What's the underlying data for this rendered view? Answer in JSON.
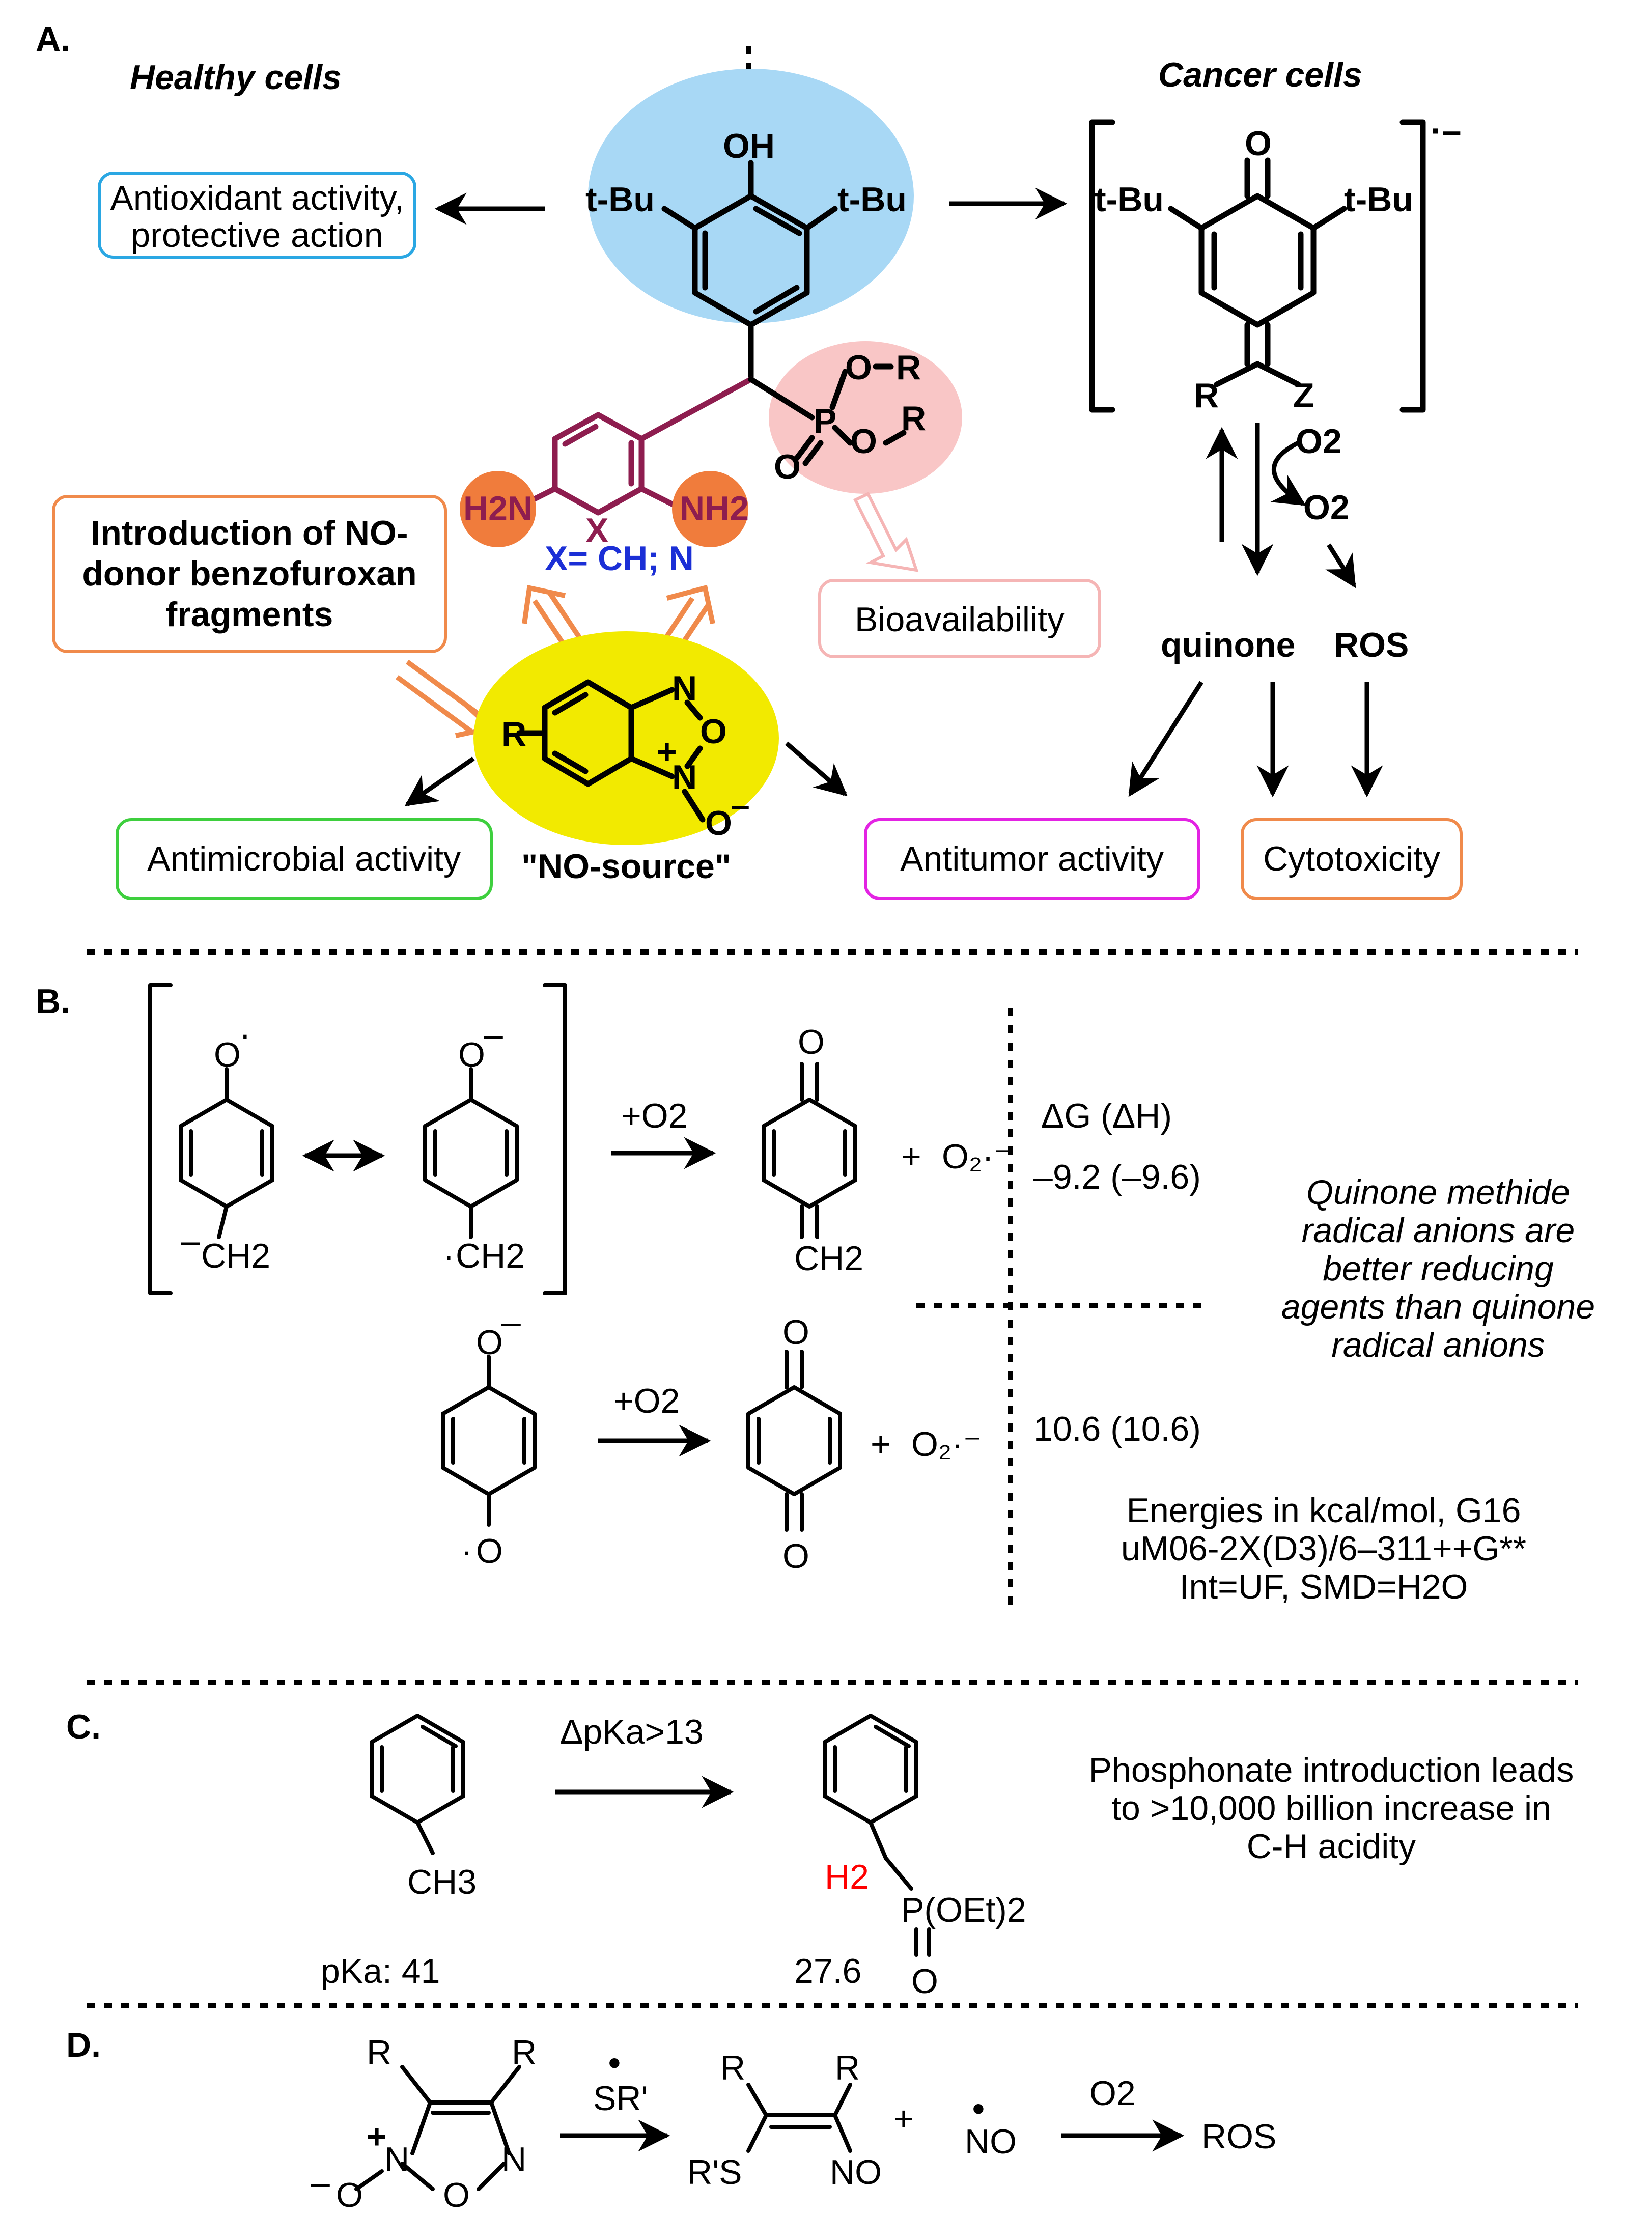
{
  "sections": {
    "a": {
      "label": "A."
    },
    "b": {
      "label": "B."
    },
    "c": {
      "label": "C."
    },
    "d": {
      "label": "D."
    }
  },
  "panel_a": {
    "healthy_title": "Healthy cells",
    "cancer_title": "Cancer cells",
    "oh": "OH",
    "tbu": "t-Bu",
    "o": "O",
    "r": "R",
    "z": "Z",
    "p": "P",
    "x_atom": "X",
    "h2n": "H2N",
    "nh2": "NH2",
    "x_legend": "X= CH; N",
    "o2": "O2",
    "o2_radical": "O2",
    "quinone": "quinone",
    "ros": "ROS",
    "n_atom": "N",
    "no_source": "\"NO-source\"",
    "boxes": {
      "antioxidant": [
        "Antioxidant activity,",
        "protective action"
      ],
      "introduction": [
        "Introduction of NO-",
        "donor benzofuroxan",
        "fragments"
      ],
      "bioavailability": "Bioavailability",
      "antimicrobial": "Antimicrobial activity",
      "antitumor": "Antitumor activity",
      "cytotoxicity": "Cytotoxicity"
    },
    "colors": {
      "blue_ellipse": "#a8d8f5",
      "pink_ellipse": "#f9c6c6",
      "yellow_ellipse": "#f2ea00",
      "orange_circle": "#f07c3c",
      "maroon": "#8e1d4f",
      "legend_blue": "#1b2fd6",
      "box_blue": "#2aa7e3",
      "box_orange": "#f08a4b",
      "box_pink": "#f5b5b5",
      "box_green": "#3ecf3e",
      "box_magenta": "#e323e3"
    }
  },
  "panel_b": {
    "o_minus": "O",
    "ch2": "CH2",
    "plus_o2": "+O2",
    "plus": "+",
    "delta_g_header": "ΔG (ΔH)",
    "energy_1": "–9.2 (–9.6)",
    "energy_2": "10.6 (10.6)",
    "note": [
      "Quinone methide",
      "radical anions are",
      "better reducing",
      "agents than quinone",
      "radical anions"
    ],
    "method": [
      "Energies in kcal/mol, G16",
      "uM06-2X(D3)/6–311++G**",
      "Int=UF, SMD=H2O"
    ]
  },
  "panel_c": {
    "delta_pka": "ΔpKa>13",
    "ch3": "CH3",
    "h2": "H2",
    "p_oet2": "P(OEt)2",
    "o": "O",
    "pka_label": "pKa: 41",
    "pka_value": "27.6",
    "note": [
      "Phosphonate introduction leads",
      "to >10,000 billion increase in",
      "C-H acidity"
    ]
  },
  "panel_d": {
    "r": "R",
    "n": "N",
    "o": "O",
    "sr": "SR'",
    "rs": "R'S",
    "no": "NO",
    "o2": "O2",
    "ros": "ROS",
    "plus": "+"
  }
}
